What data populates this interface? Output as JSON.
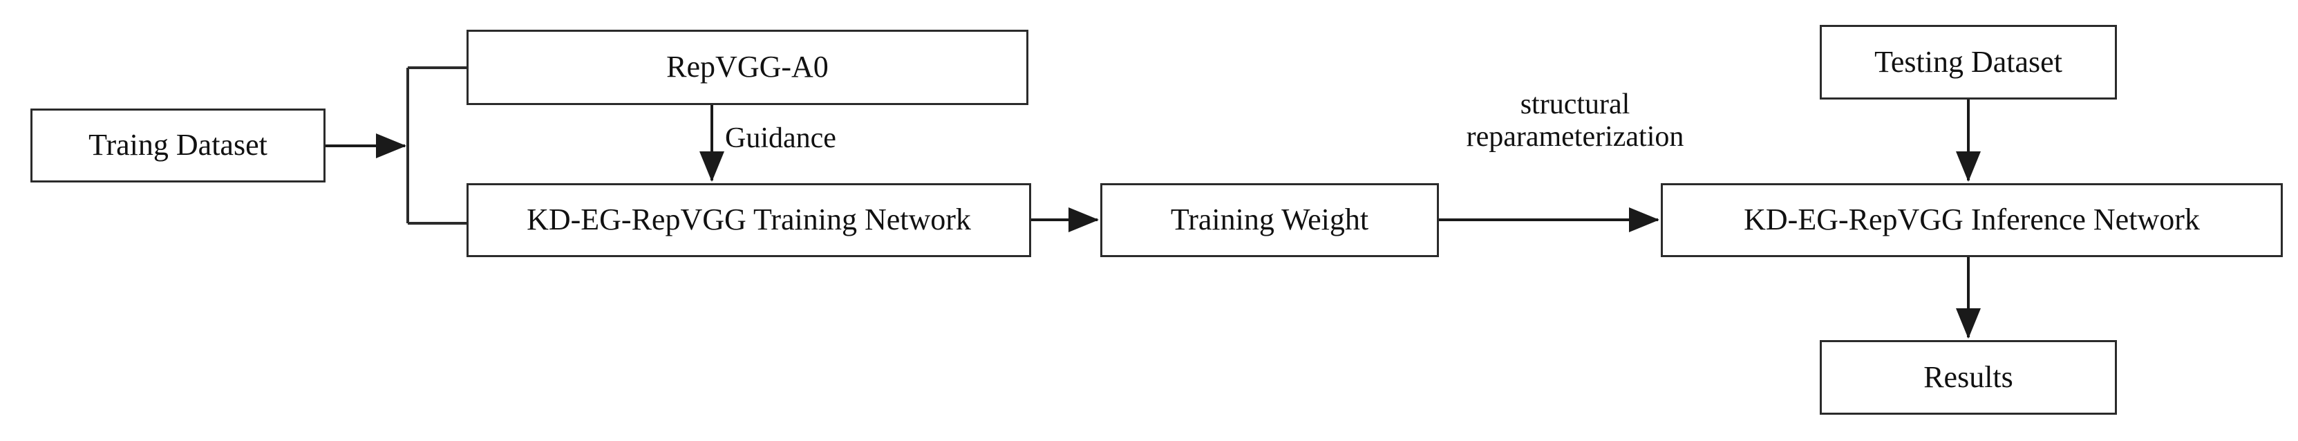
{
  "diagram": {
    "type": "flowchart",
    "background_color": "#ffffff",
    "line_color": "#2b2b2b",
    "text_color": "#111111",
    "nodes": [
      {
        "id": "training-dataset",
        "label": "Traing Dataset"
      },
      {
        "id": "repvgg-a0",
        "label": "RepVGG-A0"
      },
      {
        "id": "training-network",
        "label": "KD-EG-RepVGG Training Network"
      },
      {
        "id": "training-weight",
        "label": "Training Weight"
      },
      {
        "id": "testing-dataset",
        "label": "Testing Dataset"
      },
      {
        "id": "inference-network",
        "label": "KD-EG-RepVGG Inference Network"
      },
      {
        "id": "results",
        "label": "Results"
      }
    ],
    "edge_labels": {
      "guidance": "Guidance",
      "structural_line1": "structural",
      "structural_line2": "reparameterization"
    },
    "edges": [
      {
        "from": "training-dataset",
        "to": "repvgg-a0",
        "label": ""
      },
      {
        "from": "training-dataset",
        "to": "training-network",
        "label": ""
      },
      {
        "from": "repvgg-a0",
        "to": "training-network",
        "label": "Guidance"
      },
      {
        "from": "training-network",
        "to": "training-weight",
        "label": ""
      },
      {
        "from": "training-weight",
        "to": "inference-network",
        "label": "structural reparameterization"
      },
      {
        "from": "testing-dataset",
        "to": "inference-network",
        "label": ""
      },
      {
        "from": "inference-network",
        "to": "results",
        "label": ""
      }
    ]
  }
}
